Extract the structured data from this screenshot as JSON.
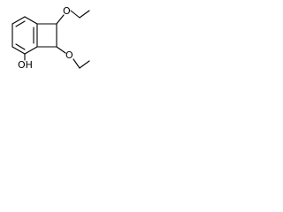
{
  "molecule": {
    "labels": {
      "hydroxyl": "OH",
      "ether_oxygen_top": "O",
      "ether_oxygen_bottom": "O"
    },
    "colors": {
      "bond": "#000000",
      "label": "#000000",
      "background": "#ffffff"
    }
  }
}
